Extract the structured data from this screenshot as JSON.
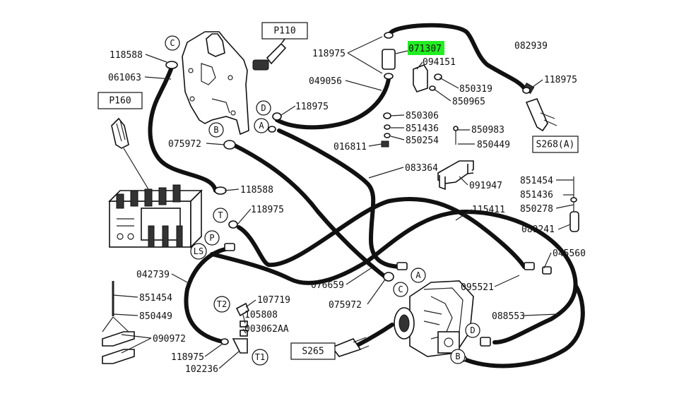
{
  "highlight": {
    "part": "071307",
    "color": "#22ee22"
  },
  "boxes": {
    "p110": "P110",
    "p160": "P160",
    "s268a": "S268(A)",
    "s265": "S265"
  },
  "ports": {
    "c1": "C",
    "d1": "D",
    "a1": "A",
    "b1": "B",
    "t1": "T",
    "p1": "P",
    "ls1": "LS",
    "a2": "A",
    "c2": "C",
    "t2": "T2",
    "t1b": "T1",
    "d2": "D",
    "b2": "B"
  },
  "parts": {
    "p118588_top": "118588",
    "p061063": "061063",
    "p075972_top": "075972",
    "p118588_mid": "118588",
    "p118975_mid": "118975",
    "p118975_tank": "118975",
    "p118975_top": "118975",
    "p071307": "071307",
    "p094151": "094151",
    "p049056": "049056",
    "p082939": "082939",
    "p118975_right": "118975",
    "p850319": "850319",
    "p850965": "850965",
    "p850306": "850306",
    "p851436": "851436",
    "p850254": "850254",
    "p016811": "016811",
    "p850983": "850983",
    "p850449_top": "850449",
    "p091947": "091947",
    "p083364": "083364",
    "p851454_right": "851454",
    "p851436_right": "851436",
    "p850278": "850278",
    "p089241": "089241",
    "p115411": "115411",
    "p045560": "045560",
    "p042739": "042739",
    "p851454_left": "851454",
    "p850449_left": "850449",
    "p090972": "090972",
    "p107719": "107719",
    "p105808": "105808",
    "p003062aa": "003062AA",
    "p118975_bottom": "118975",
    "p102236": "102236",
    "p076659": "076659",
    "p075972_bottom": "075972",
    "p095521": "095521",
    "p088553": "088553"
  }
}
